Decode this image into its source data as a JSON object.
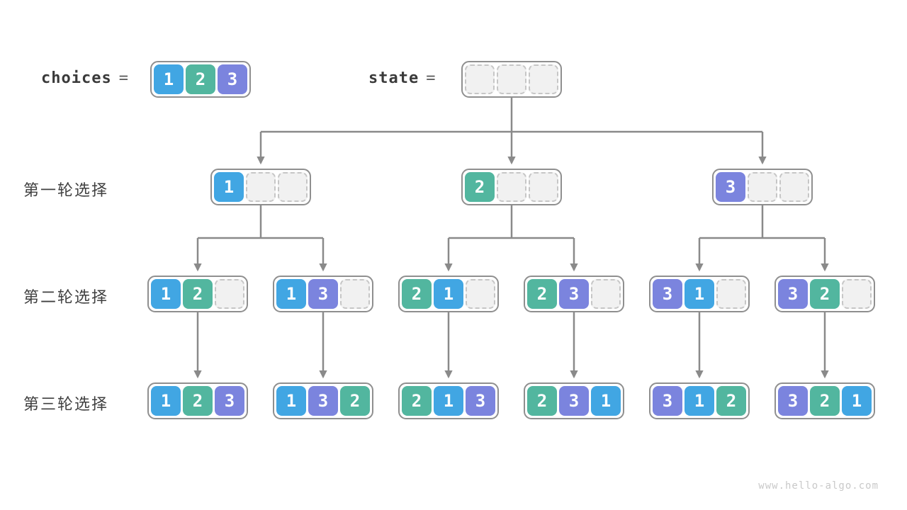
{
  "palette": {
    "1": "#41a6e3",
    "2": "#52b69f",
    "3": "#7b84de"
  },
  "header": {
    "choices_label": "choices",
    "state_label": "state",
    "equals": "=",
    "choices_cells": [
      1,
      2,
      3
    ],
    "state_cells": [
      null,
      null,
      null
    ]
  },
  "rows": [
    {
      "label": "第一轮选择",
      "nodes": [
        {
          "cells": [
            1,
            null,
            null
          ]
        },
        {
          "cells": [
            2,
            null,
            null
          ]
        },
        {
          "cells": [
            3,
            null,
            null
          ]
        }
      ]
    },
    {
      "label": "第二轮选择",
      "nodes": [
        {
          "cells": [
            1,
            2,
            null
          ]
        },
        {
          "cells": [
            1,
            3,
            null
          ]
        },
        {
          "cells": [
            2,
            1,
            null
          ]
        },
        {
          "cells": [
            2,
            3,
            null
          ]
        },
        {
          "cells": [
            3,
            1,
            null
          ]
        },
        {
          "cells": [
            3,
            2,
            null
          ]
        }
      ]
    },
    {
      "label": "第三轮选择",
      "nodes": [
        {
          "cells": [
            1,
            2,
            3
          ]
        },
        {
          "cells": [
            1,
            3,
            2
          ]
        },
        {
          "cells": [
            2,
            1,
            3
          ]
        },
        {
          "cells": [
            2,
            3,
            1
          ]
        },
        {
          "cells": [
            3,
            1,
            2
          ]
        },
        {
          "cells": [
            3,
            2,
            1
          ]
        }
      ]
    }
  ],
  "watermark": "www.hello-algo.com"
}
